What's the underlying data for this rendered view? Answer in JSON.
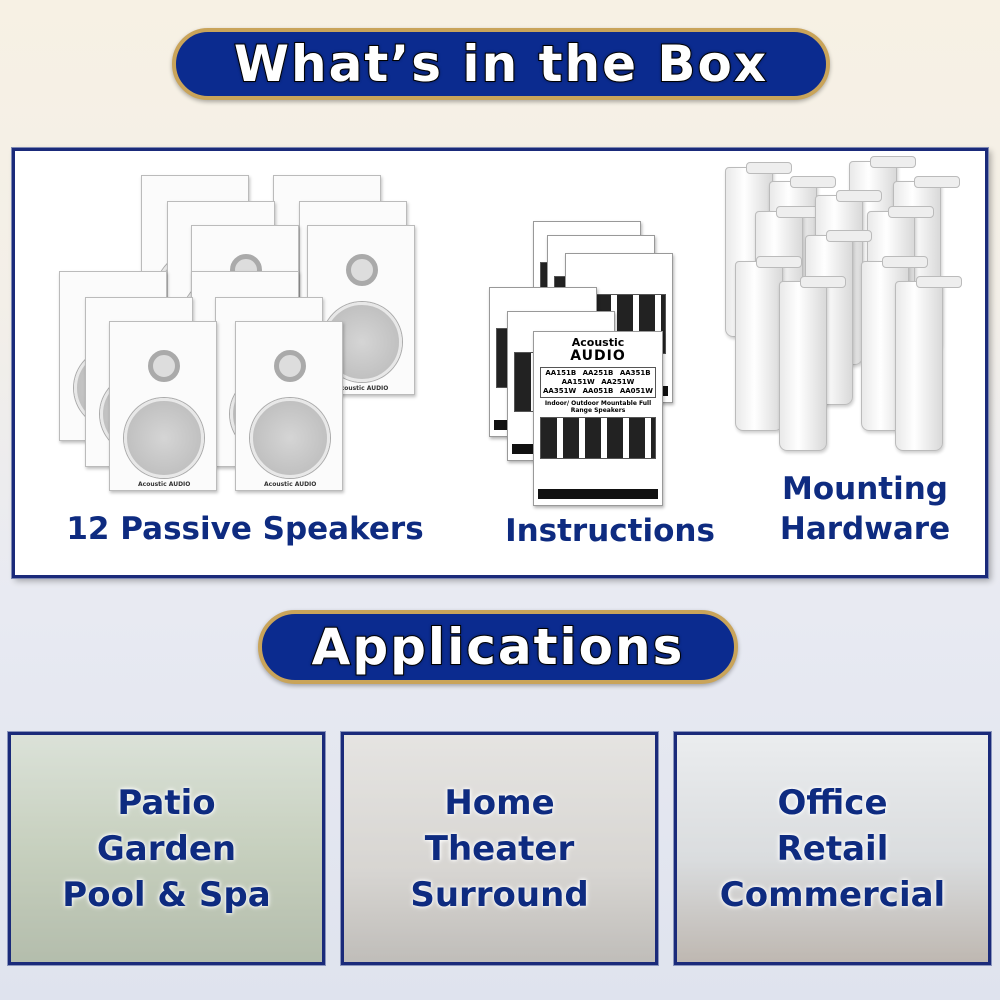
{
  "header": {
    "title": "What’s in the Box"
  },
  "box": {
    "items": [
      {
        "label": "12 Passive Speakers",
        "speaker_logo": "Acoustic AUDIO"
      },
      {
        "label": "Instructions",
        "sheet_logo_line1": "Acoustic",
        "sheet_logo_line2": "AUDIO",
        "models": "AA151B AA251B AA351B AA151W AA251W AA351W AA051B AA051W",
        "subtitle": "Indoor/ Outdoor Mountable Full Range Speakers"
      },
      {
        "label_line1": "Mounting",
        "label_line2": "Hardware"
      }
    ]
  },
  "applications": {
    "title": "Applications",
    "panels": [
      {
        "lines": [
          "Patio",
          "Garden",
          "Pool & Spa"
        ]
      },
      {
        "lines": [
          "Home",
          "Theater",
          "Surround"
        ]
      },
      {
        "lines": [
          "Office",
          "Retail",
          "Commercial"
        ]
      }
    ]
  },
  "colors": {
    "navy": "#0b2b8f",
    "gold": "#c9a45a",
    "label": "#0e2b80"
  }
}
